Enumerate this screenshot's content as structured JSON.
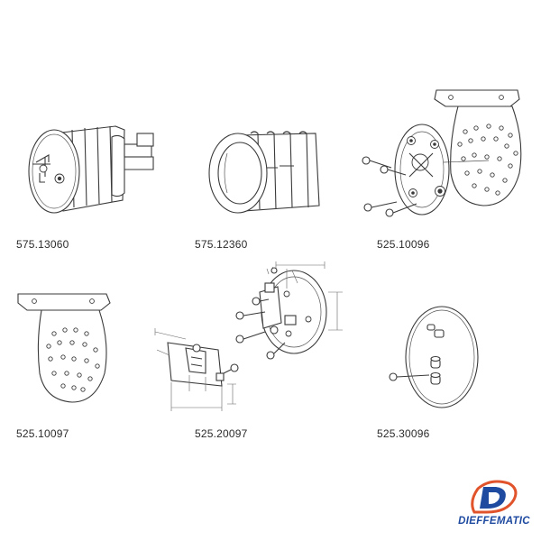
{
  "parts": [
    {
      "code": "575.13060",
      "icon": "motor-adapter-crown-icon"
    },
    {
      "code": "575.12360",
      "icon": "drive-crown-icon"
    },
    {
      "code": "525.10096",
      "icon": "bracket-with-support-plate-icon"
    },
    {
      "code": "525.10097",
      "icon": "wall-bracket-plate-icon"
    },
    {
      "code": "525.20097",
      "icon": "bracket-with-dimensions-icon"
    },
    {
      "code": "525.30096",
      "icon": "support-disc-icon"
    }
  ],
  "brand": {
    "name": "DIEFFEMATIC",
    "color": "#1e4aa0",
    "accent": "#e0532b"
  }
}
